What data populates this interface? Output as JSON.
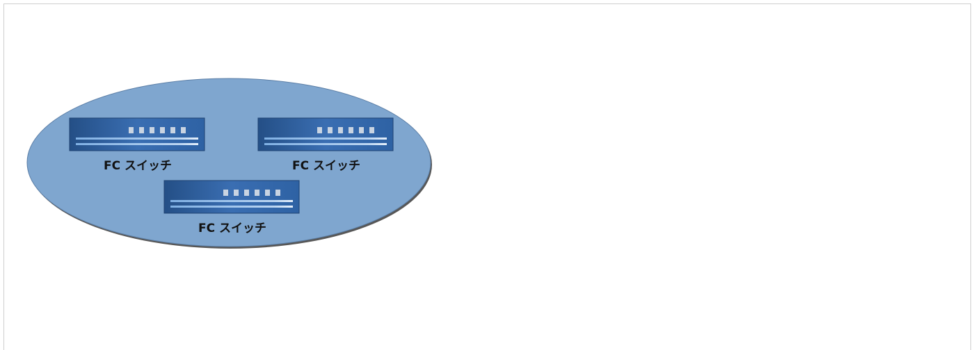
{
  "switches": [
    {
      "label": "FC スイッチ"
    },
    {
      "label": "FC スイッチ"
    },
    {
      "label": "FC スイッチ"
    }
  ],
  "colors": {
    "fabric_fill": "#7fa6cf",
    "fabric_outline": "#2f3f55",
    "switch_body": "#2f63a3",
    "port_fill": "#c9d4e2"
  },
  "icons": {
    "switch": "fc-switch-icon"
  }
}
